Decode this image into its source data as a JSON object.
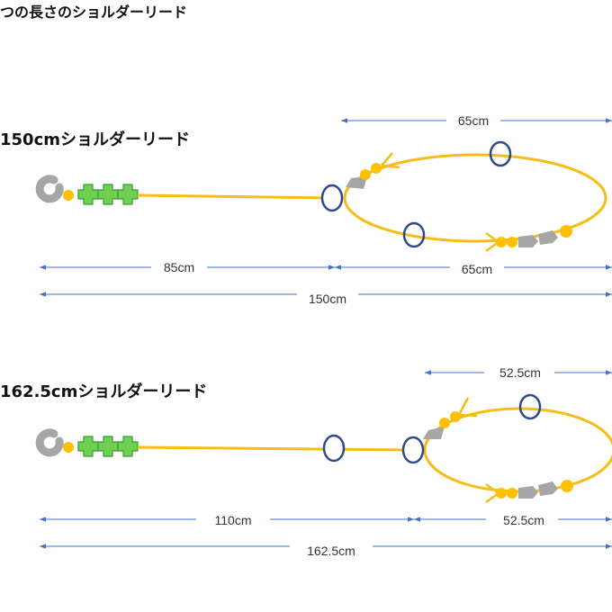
{
  "main_title": "つの長さのショルダーリード",
  "sections": [
    {
      "title": "150cmショルダーリード",
      "dims": {
        "loop_top": "65cm",
        "strap": "85cm",
        "loop_bottom": "65cm",
        "total": "150cm"
      }
    },
    {
      "title": "162.5cmショルダーリード",
      "dims": {
        "loop_top": "52.5cm",
        "strap": "110cm",
        "loop_bottom": "52.5cm",
        "total": "162.5cm"
      }
    }
  ],
  "colors": {
    "lead": "#F5BD17",
    "ring": "#2F4A8C",
    "dimension": "#4472C4",
    "hardware": "#A6A6A6",
    "bead": "#FFC000",
    "handle": "#70D050"
  }
}
